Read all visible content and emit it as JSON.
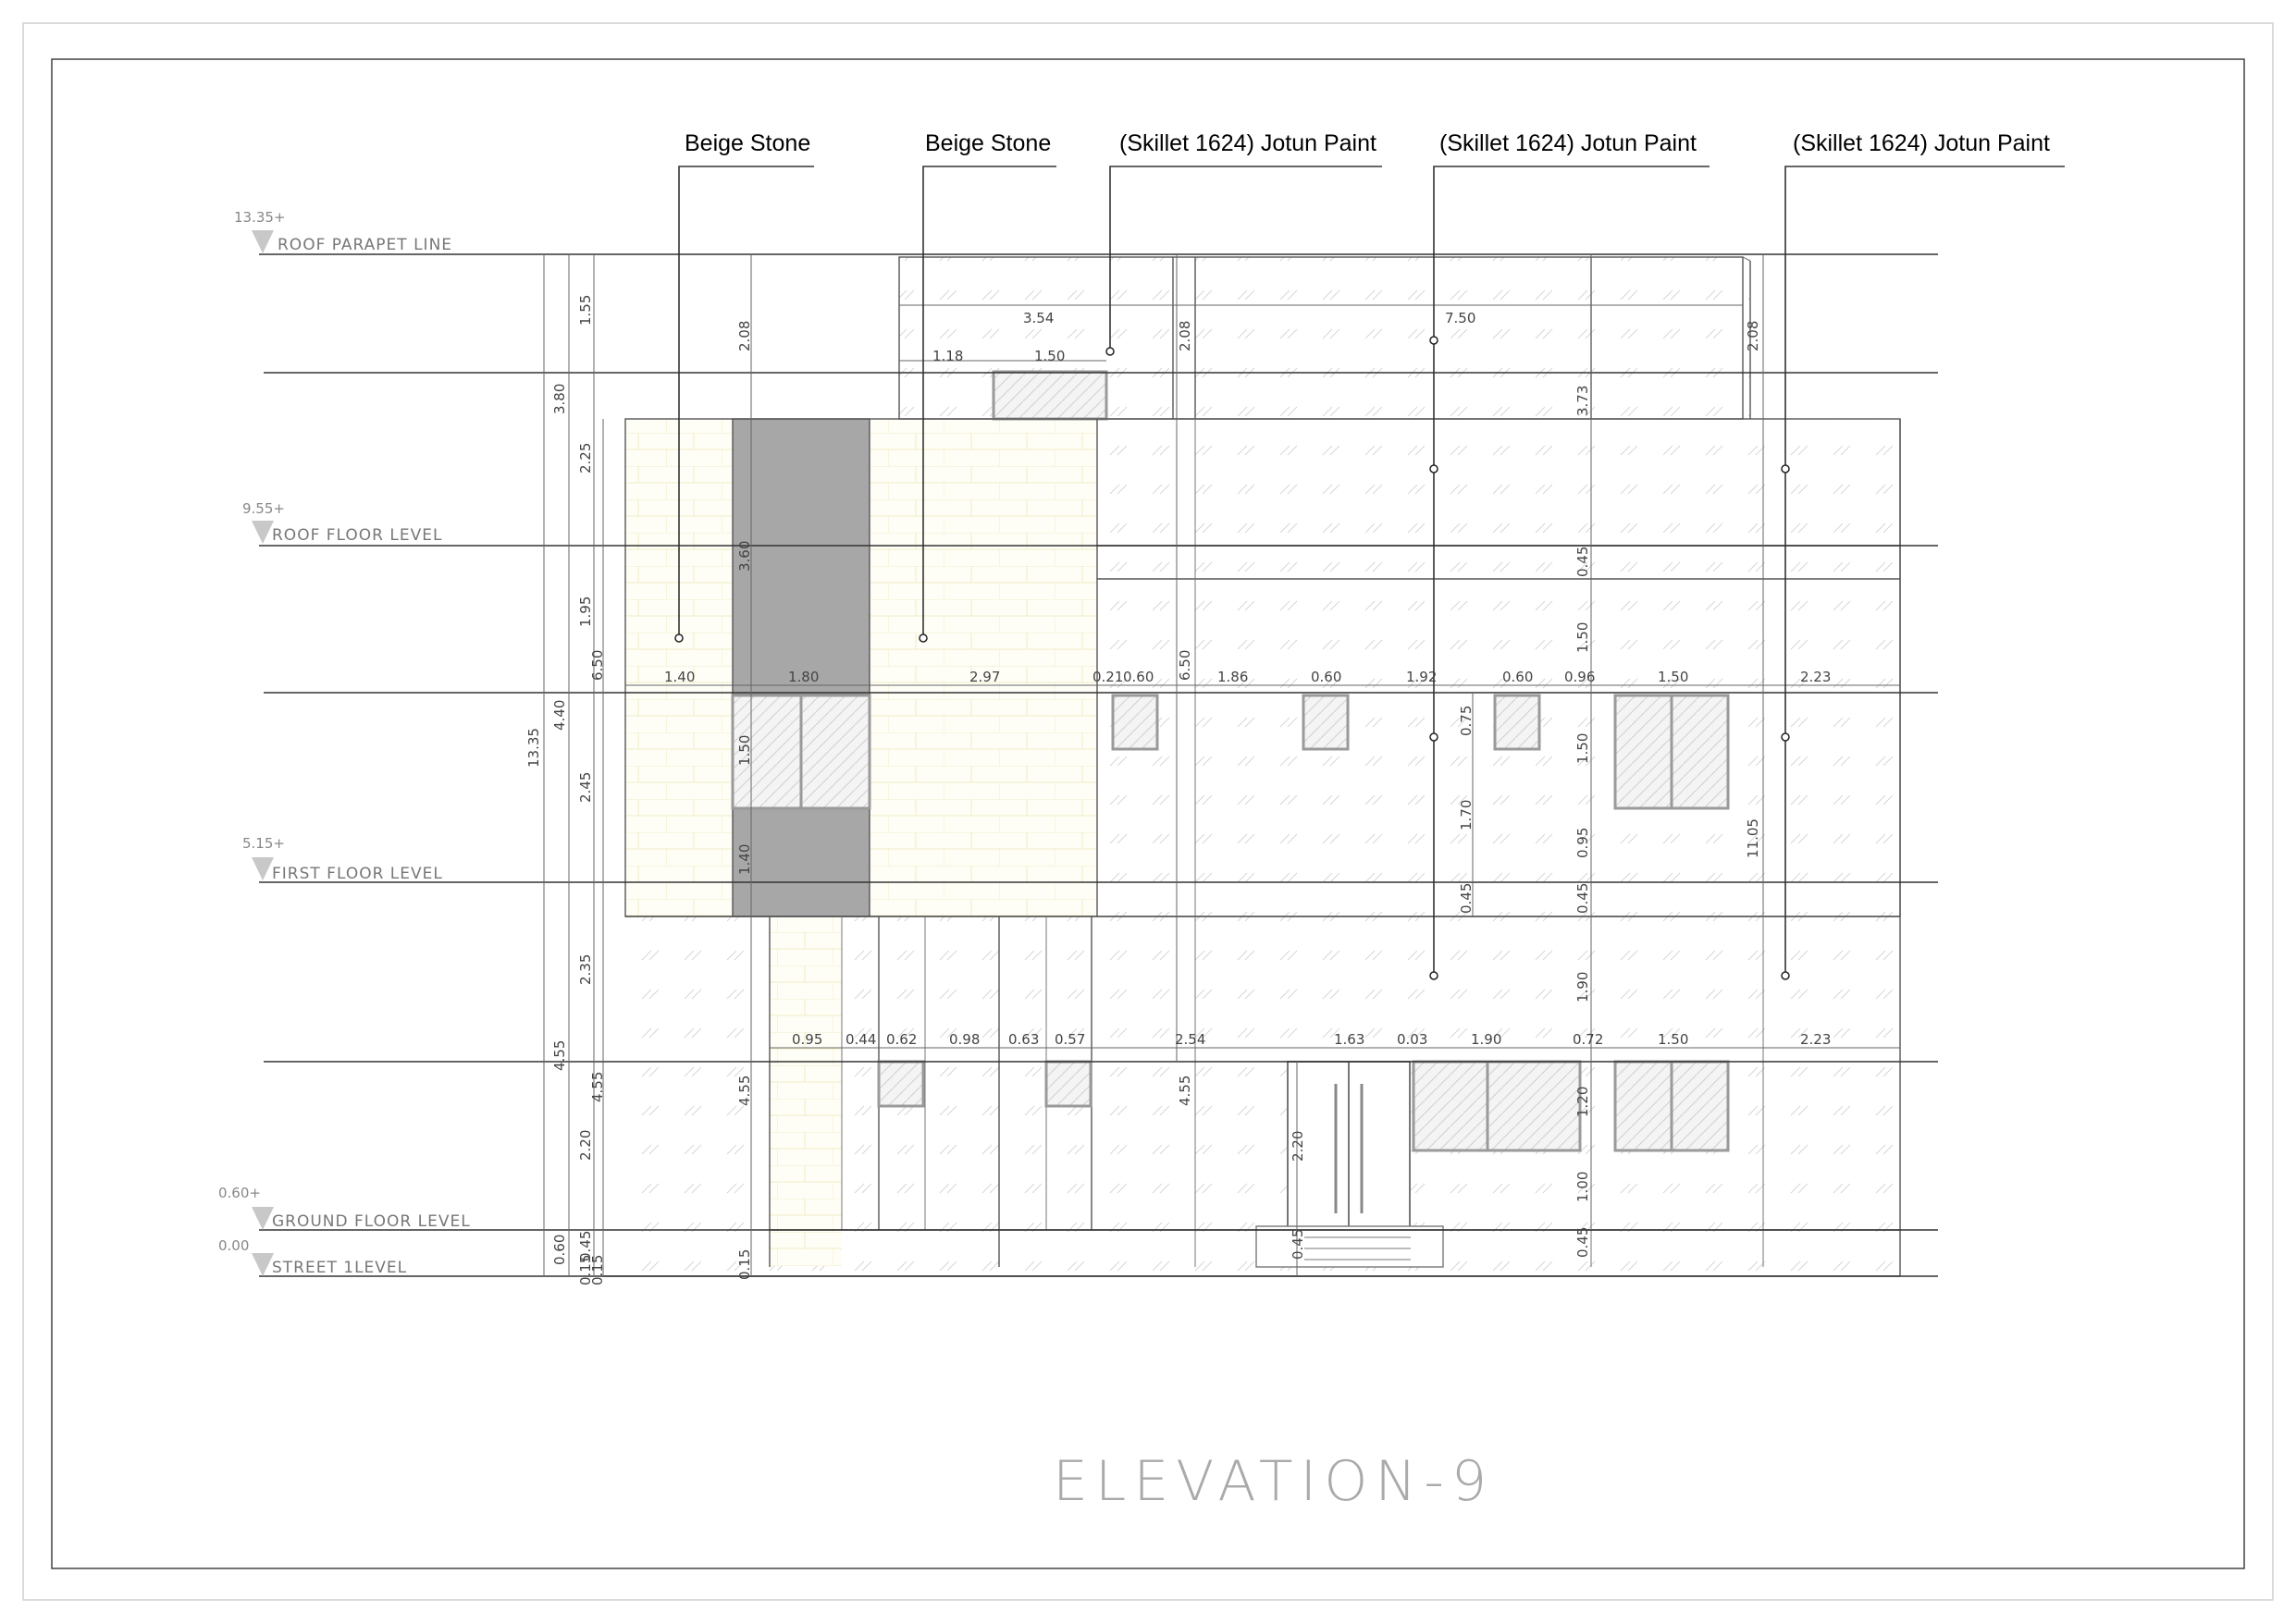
{
  "title": "ELEVATION-9",
  "materials": [
    {
      "label": "Beige Stone"
    },
    {
      "label": "Beige Stone"
    },
    {
      "label": "(Skillet 1624) Jotun Paint"
    },
    {
      "label": "(Skillet 1624) Jotun Paint"
    },
    {
      "label": "(Skillet 1624) Jotun Paint"
    }
  ],
  "levels": [
    {
      "value": "13.35+",
      "name": "ROOF PARAPET LINE"
    },
    {
      "value": "9.55+",
      "name": "ROOF FLOOR LEVEL"
    },
    {
      "value": "5.15+",
      "name": "FIRST FLOOR LEVEL"
    },
    {
      "value": "0.60+",
      "name": "GROUND FLOOR LEVEL"
    },
    {
      "value": "0.00",
      "name": "STREET 1LEVEL"
    }
  ],
  "dimensions": {
    "overall_vertical": [
      "13.35",
      "3.80",
      "4.40",
      "4.55",
      "0.60"
    ],
    "left_vertical": [
      "1.55",
      "2.25",
      "1.95",
      "2.45",
      "2.35",
      "2.20",
      "0.45",
      "0.15"
    ],
    "left_chain_2": [
      "6.50",
      "4.55",
      "0.15"
    ],
    "column_vertical": [
      "2.08",
      "3.60",
      "1.50",
      "1.40",
      "4.55",
      "0.15"
    ],
    "mid_vertical": [
      "2.08",
      "6.50",
      "4.55"
    ],
    "right_vertical": [
      "3.73",
      "0.45",
      "1.50",
      "1.50",
      "0.95",
      "0.45",
      "1.90",
      "1.20",
      "1.00",
      "0.45"
    ],
    "window_vertical": [
      "0.75",
      "1.70",
      "0.45"
    ],
    "far_right_vertical": [
      "2.08",
      "11.05"
    ],
    "door_vertical": [
      "2.20",
      "0.45"
    ],
    "roof_horizontal": [
      "3.54",
      "7.50",
      "1.18",
      "1.50"
    ],
    "first_floor_horizontal": [
      "1.40",
      "1.80",
      "2.97",
      "0.21",
      "0.60",
      "1.86",
      "0.60",
      "1.92",
      "0.60",
      "0.96",
      "1.50",
      "2.23"
    ],
    "ground_floor_horizontal": [
      "0.95",
      "0.44",
      "0.62",
      "0.98",
      "0.63",
      "0.57",
      "2.54",
      "1.63",
      "0.03",
      "1.90",
      "0.72",
      "1.50",
      "2.23"
    ]
  }
}
